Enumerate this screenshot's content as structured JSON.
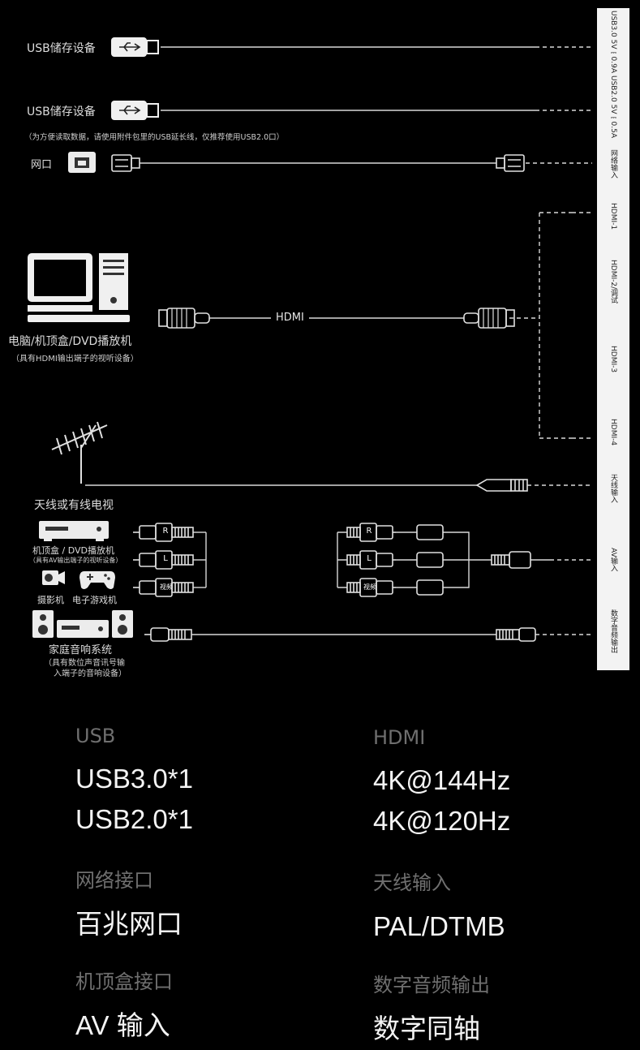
{
  "devices": {
    "usb3": "USB储存设备",
    "usb2": "USB储存设备",
    "usb_note": "（为方便读取数据，请使用附件包里的USB延长线，仅推荐使用USB2.0口）",
    "lan": "网口",
    "pc": "电脑/机顶盒/DVD播放机",
    "pc_sub": "（具有HDMI输出端子的视听设备）",
    "hdmi_cable": "HDMI",
    "antenna": "天线或有线电视",
    "stb": "机顶盒 / DVD播放机",
    "stb_sub": "（具有AV输出端子的视听设备）",
    "camera": "摄影机",
    "gamepad": "电子游戏机",
    "audio": "家庭音响系统",
    "audio_sub1": "（具有数位声音讯号输",
    "audio_sub2": "入端子的音响设备）"
  },
  "plugs": {
    "r": "R",
    "l": "L",
    "video": "视频"
  },
  "ports": [
    {
      "label": "USB3.0 5V⎓0.9A"
    },
    {
      "label": "USB2.0 5V⎓0.5A"
    },
    {
      "label": "网络输入"
    },
    {
      "label": "HDMI-1"
    },
    {
      "label": "HDMI-2/调试"
    },
    {
      "label": "HDMI-3"
    },
    {
      "label": "HDMI-4"
    },
    {
      "label": "天线输入"
    },
    {
      "label": "AV输入"
    },
    {
      "label": "数字音频输出"
    }
  ],
  "specs": {
    "usb": {
      "title": "USB",
      "values": [
        "USB3.0*1",
        "USB2.0*1"
      ]
    },
    "hdmi": {
      "title": "HDMI",
      "values": [
        "4K@144Hz",
        "4K@120Hz"
      ]
    },
    "lan": {
      "title": "网络接口",
      "values": [
        "百兆网口"
      ]
    },
    "antenna": {
      "title": "天线输入",
      "values": [
        "PAL/DTMB"
      ]
    },
    "stb": {
      "title": "机顶盒接口",
      "values": [
        "AV 输入"
      ]
    },
    "audio": {
      "title": "数字音频输出",
      "values": [
        "数字同轴"
      ]
    }
  }
}
